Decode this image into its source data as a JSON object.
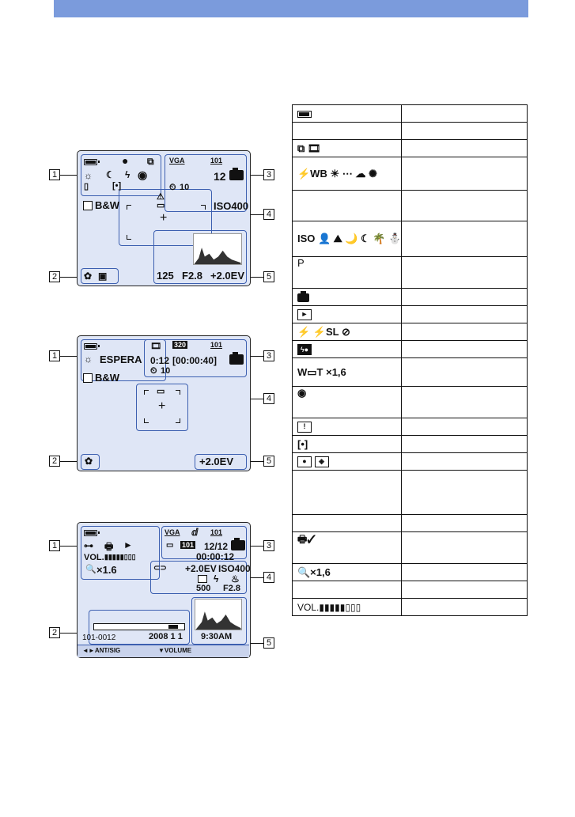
{
  "page": {
    "header_color": "#7b9bdc",
    "screen_color": "#dfe6f6",
    "frame_color": "#3c5fb0"
  },
  "screen1": {
    "callouts": [
      "1",
      "2",
      "3",
      "4",
      "5"
    ],
    "bw": "B&W",
    "iso": "ISO400",
    "remaining": "12",
    "shutter": "125",
    "aperture": "F2.8",
    "ev": "+2.0EV",
    "size": "VGA",
    "folder": "101",
    "self_timer": "10"
  },
  "screen2": {
    "callouts": [
      "1",
      "2",
      "3",
      "4",
      "5"
    ],
    "standby": "ESPERA",
    "bw": "B&W",
    "time": "0:12",
    "time_total": "[00:00:40]",
    "ev": "+2.0EV",
    "size": "320",
    "folder": "101",
    "self_timer": "10"
  },
  "screen3": {
    "callouts": [
      "1",
      "2",
      "3",
      "4",
      "5"
    ],
    "vol": "VOL.",
    "zoom": "×1.6",
    "image_count": "12/12",
    "elapsed": "00:00:12",
    "ev": "+2.0EV",
    "iso": "ISO400",
    "shutter": "500",
    "aperture": "F2.8",
    "file_no": "101-0012",
    "date": "2008   1   1",
    "clock": "9:30AM",
    "nav_left": "◄►ANT/SIG",
    "nav_right": "▼VOLUME",
    "size": "VGA",
    "folder": "101"
  },
  "table": {
    "rows": [
      {
        "icon": "battery"
      },
      {
        "icon": ""
      },
      {
        "icon": "⧉ 🎞"
      },
      {
        "icon": "⚡WB ☀ ⋯ ☁ ✺"
      },
      {
        "icon": ""
      },
      {
        "icon": "ISO 👤 ⛰ 🌙 ☾ 🌴 ⛄"
      },
      {
        "icon": "P"
      },
      {
        "icon": "camera"
      },
      {
        "icon": "play"
      },
      {
        "icon": "⚡ ⚡SL ⊘"
      },
      {
        "icon": "flash-fill"
      },
      {
        "icon": "W▭T ×1,6"
      },
      {
        "icon": "◉"
      },
      {
        "icon": "!"
      },
      {
        "icon": "[•]"
      },
      {
        "icon": "● ◈"
      },
      {
        "icon": ""
      },
      {
        "icon": ""
      },
      {
        "icon": "🖶✓"
      },
      {
        "icon": "🔍×1,6"
      },
      {
        "icon": ""
      },
      {
        "icon": "VOL.▮▮▮▮▮▯▯▯"
      }
    ]
  }
}
